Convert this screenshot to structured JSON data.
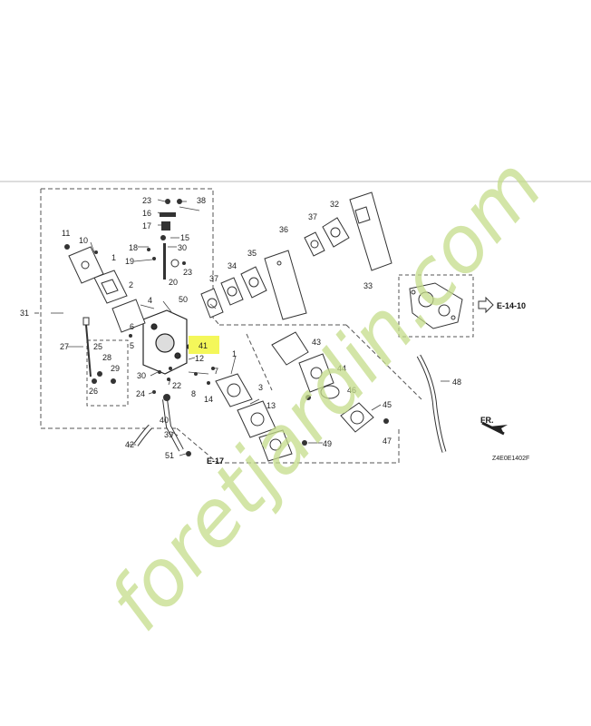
{
  "highlight": {
    "label": "41",
    "color": "#f4f75a"
  },
  "frame_labels": {
    "assembly": "31",
    "ref_e14": "E-14-10",
    "ref_e17": "E-17",
    "front": "FR.",
    "code": "Z4E0E1402F"
  },
  "parts": {
    "p1": "1",
    "p2": "2",
    "p3": "3",
    "p4": "4",
    "p5": "5",
    "p6": "6",
    "p7": "7",
    "p8": "8",
    "p10": "10",
    "p11": "11",
    "p12": "12",
    "p13": "13",
    "p14": "14",
    "p15": "15",
    "p16": "16",
    "p17": "17",
    "p18": "18",
    "p19": "19",
    "p20": "20",
    "p22": "22",
    "p23a": "23",
    "p23b": "23",
    "p24": "24",
    "p25": "25",
    "p26": "26",
    "p27": "27",
    "p28": "28",
    "p29": "29",
    "p30a": "30",
    "p30b": "30",
    "p32": "32",
    "p33": "33",
    "p34": "34",
    "p35": "35",
    "p36": "36",
    "p37a": "37",
    "p37b": "37",
    "p38": "38",
    "p39": "39",
    "p40": "40",
    "p42": "42",
    "p43": "43",
    "p44": "44",
    "p45": "45",
    "p46": "46",
    "p47": "47",
    "p48": "48",
    "p49": "49",
    "p50": "50",
    "p51": "51"
  },
  "watermark": {
    "text": "foretjardin.com",
    "colors": [
      "#c5dd8a",
      "#f0c98a",
      "#c8c2b8"
    ]
  }
}
